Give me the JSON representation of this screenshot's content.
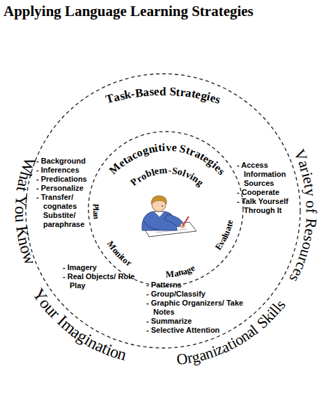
{
  "diagram": {
    "title": "Applying Language Learning Strategies",
    "nodes": [
      {
        "text": [
          "Task-Based Strategies"
        ]
      },
      {
        "text": [
          "Metacognitive Strategies",
          "Problem-Solving",
          "Plan",
          "Monitor",
          "Manage",
          "Evaluate"
        ],
        "in": 0
      }
    ],
    "labels": [
      "What You Know",
      "Variety of Resources",
      "Your Imagination",
      "Organizational Skills",
      "- Background",
      "- Inferences",
      "- Predications",
      "- Personalize",
      "- Transfer/ cognates Substite/ paraphrase",
      "- Access Information Sources",
      "- Cooperate",
      "- Talk Yourself Through It",
      "- Imagery",
      "- Real Objects/ Role Play",
      "- Patterns",
      "- Group/Classify",
      "- Graphic Organizers/ Take Notes",
      "- Summarize",
      "- Selective Attention"
    ]
  }
}
